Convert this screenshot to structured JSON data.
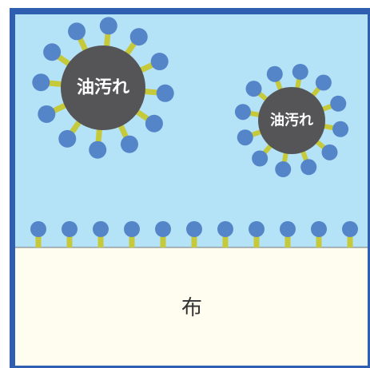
{
  "colors": {
    "frame": "#2f5fb0",
    "water": "#b4e2f7",
    "cloth": "#fffdf0",
    "stain": "#555558",
    "tail": "#c5c93a",
    "head": "#5585c9",
    "label_text": "#ffffff",
    "cloth_text": "#333333"
  },
  "stains": [
    {
      "label": "油汚れ",
      "surfactant_count": 12
    },
    {
      "label": "油汚れ",
      "surfactant_count": 12
    }
  ],
  "cloth": {
    "label": "布"
  },
  "surface_row": {
    "surfactant_count": 11
  }
}
